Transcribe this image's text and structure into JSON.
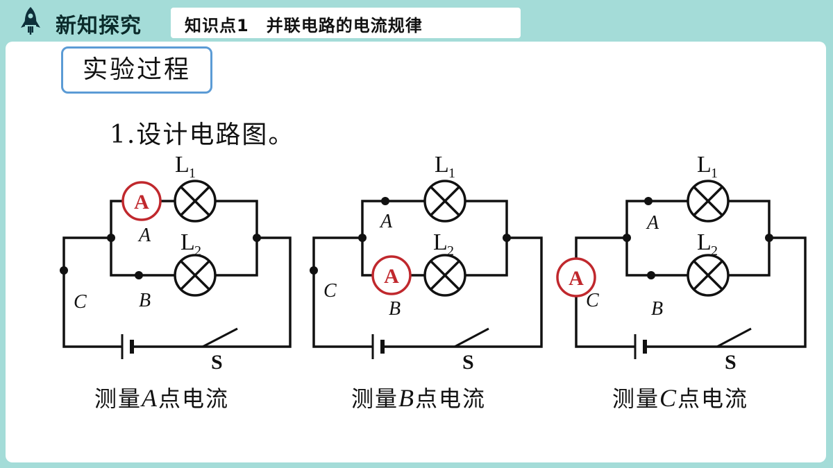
{
  "header": {
    "section_title": "新知探究",
    "topic": "知识点1　并联电路的电流规律"
  },
  "tag": "实验过程",
  "step": "1.设计电路图。",
  "colors": {
    "accent_teal": "#a4dcd8",
    "box_blue": "#5b9bd5",
    "ammeter_red": "#c0282d"
  },
  "icons": {
    "header": "rocket-icon"
  },
  "diagrams": [
    {
      "labels": {
        "lamp1": "L",
        "lamp1_sub": "1",
        "lamp2": "L",
        "lamp2_sub": "2",
        "point_a": "A",
        "point_b": "B",
        "point_c": "C",
        "switch": "S",
        "ammeter": "A"
      },
      "caption": {
        "pre": "测量",
        "var": "A",
        "post": "点电流"
      }
    },
    {
      "labels": {
        "lamp1": "L",
        "lamp1_sub": "1",
        "lamp2": "L",
        "lamp2_sub": "2",
        "point_a": "A",
        "point_b": "B",
        "point_c": "C",
        "switch": "S",
        "ammeter": "A"
      },
      "caption": {
        "pre": "测量",
        "var": "B",
        "post": "点电流"
      }
    },
    {
      "labels": {
        "lamp1": "L",
        "lamp1_sub": "1",
        "lamp2": "L",
        "lamp2_sub": "2",
        "point_a": "A",
        "point_b": "B",
        "point_c": "C",
        "switch": "S",
        "ammeter": "A"
      },
      "caption": {
        "pre": "测量",
        "var": "C",
        "post": "点电流"
      }
    }
  ]
}
